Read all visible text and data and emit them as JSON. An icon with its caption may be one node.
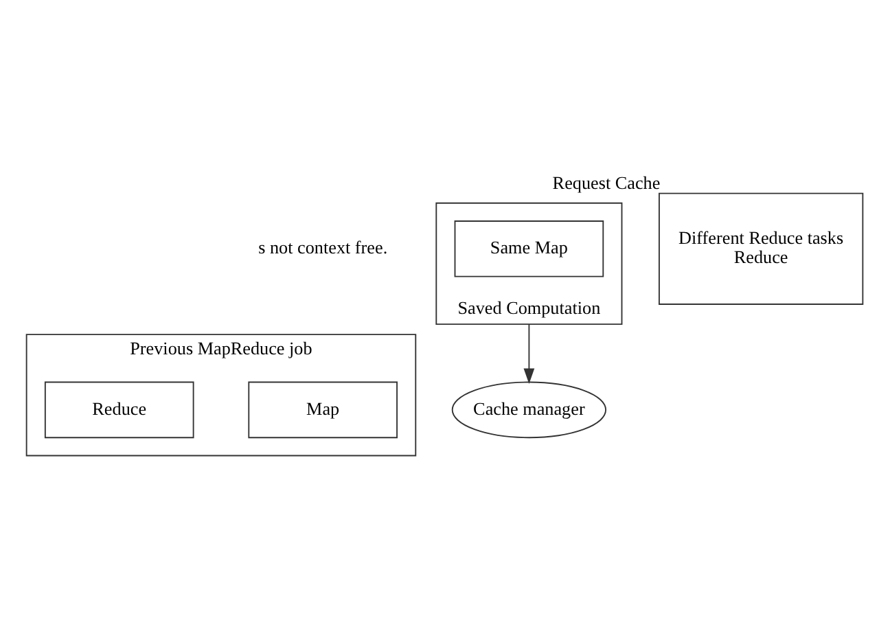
{
  "diagram": {
    "nodes": [
      {
        "text": [
          "Previous MapReduce job"
        ]
      },
      {
        "text": [
          "Map"
        ],
        "in": 0
      },
      {
        "text": [
          "Reduce"
        ],
        "in": 0
      },
      {
        "text": [
          "Saved Computation"
        ]
      },
      {
        "text": [
          "Same Map"
        ],
        "in": 3
      },
      {
        "text": [
          "Different Reduce tasks",
          "Reduce"
        ],
        "beside": [
          "Request Cache"
        ]
      },
      {
        "text": [
          "Cache manager"
        ]
      }
    ],
    "edges": [
      {
        "from": 3,
        "to": 6,
        "arrow": "to"
      }
    ],
    "labels": [
      "s not context free."
    ]
  }
}
